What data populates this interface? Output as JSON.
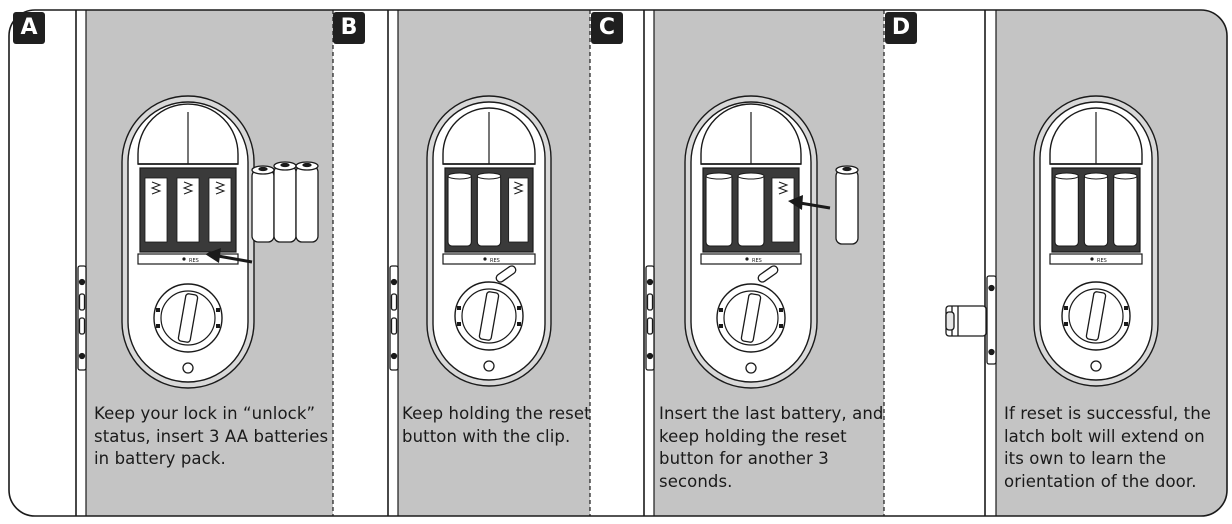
{
  "steps": [
    {
      "letter": "A",
      "lines": [
        "Keep your lock in “unlock”",
        "status, insert  3 AA batteries",
        "in battery pack."
      ]
    },
    {
      "letter": "B",
      "lines": [
        "Keep holding the reset",
        "button with the clip."
      ]
    },
    {
      "letter": "C",
      "lines": [
        "Insert the last battery, and",
        "keep holding the reset",
        "button for another 3",
        "seconds."
      ]
    },
    {
      "letter": "D",
      "lines": [
        "If reset is successful, the",
        "latch bolt will extend on",
        "its own to learn the",
        "orientation of the door."
      ]
    }
  ],
  "lock_labels": {
    "reset_mark": "RES"
  },
  "colors": {
    "door_gray": "#c4c4c4",
    "outline": "#1a1a1a",
    "badge": "#1f1f1f",
    "background": "#ffffff"
  }
}
